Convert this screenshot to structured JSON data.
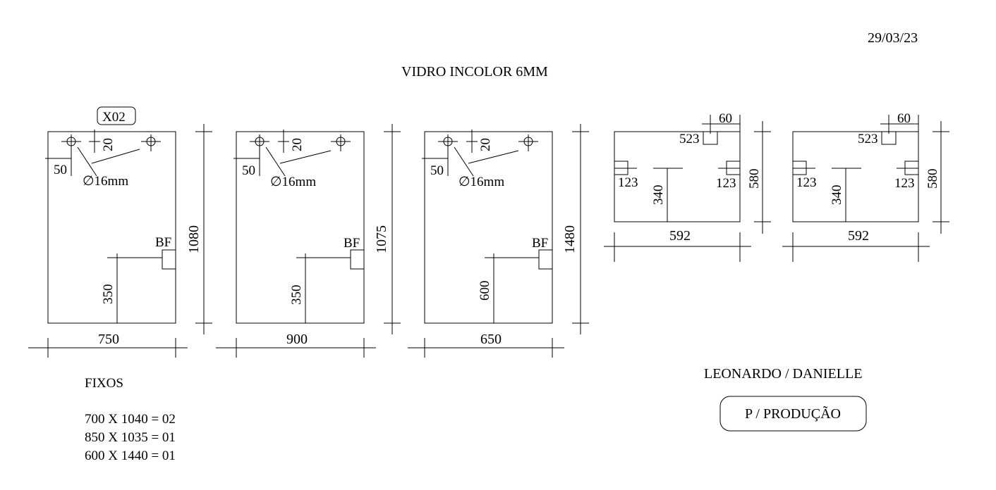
{
  "header": {
    "date": "29/03/23",
    "title": "VIDRO INCOLOR 6MM"
  },
  "panels": [
    {
      "tag": "X02",
      "width_label": "750",
      "height_label": "1080",
      "hole_offset_label": "50",
      "hole_top_label": "20",
      "hole_diameter_label": "∅16mm",
      "bf_label": "BF",
      "bf_height_label": "350"
    },
    {
      "tag": "",
      "width_label": "900",
      "height_label": "1075",
      "hole_offset_label": "50",
      "hole_top_label": "20",
      "hole_diameter_label": "∅16mm",
      "bf_label": "BF",
      "bf_height_label": "350"
    },
    {
      "tag": "",
      "width_label": "650",
      "height_label": "1480",
      "hole_offset_label": "50",
      "hole_top_label": "20",
      "hole_diameter_label": "∅16mm",
      "bf_label": "BF",
      "bf_height_label": "600"
    }
  ],
  "small_panels": [
    {
      "width_label": "592",
      "height_label": "580",
      "notch_top_width": "60",
      "notch_top_label": "523",
      "left_notch_label": "123",
      "right_notch_label": "123",
      "center_label": "340"
    },
    {
      "width_label": "592",
      "height_label": "580",
      "notch_top_width": "60",
      "notch_top_label": "523",
      "left_notch_label": "123",
      "right_notch_label": "123",
      "center_label": "340"
    }
  ],
  "fixos": {
    "heading": "FIXOS",
    "lines": [
      "700 X 1040 = 02",
      "850 X 1035 = 01",
      "600 X 1440 = 01"
    ]
  },
  "client": "LEONARDO / DANIELLE",
  "stamp": "P / PRODUÇÃO"
}
